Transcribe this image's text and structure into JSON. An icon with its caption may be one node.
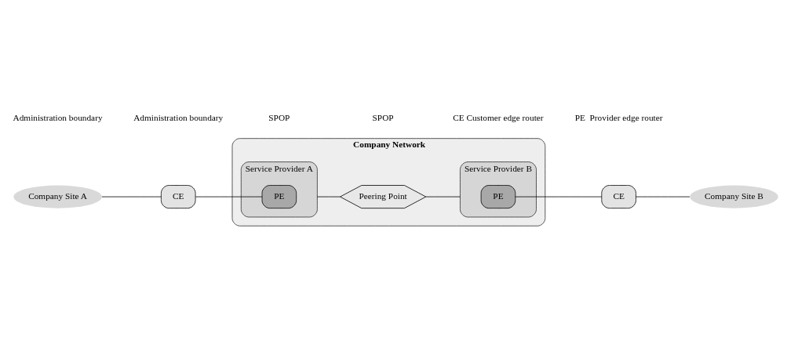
{
  "diagram": {
    "nodes": [
      {
        "text": [
          "Company Network"
        ]
      },
      {
        "text": [
          "Company Site A"
        ]
      },
      {
        "text": [
          "CE"
        ]
      },
      {
        "text": [
          "Service Provider A"
        ],
        "in": 0
      },
      {
        "text": [
          "PE"
        ],
        "in": 3
      },
      {
        "text": [
          "Peering Point"
        ],
        "in": 0
      },
      {
        "text": [
          "Service Provider B"
        ],
        "in": 0
      },
      {
        "text": [
          "PE"
        ],
        "in": 6
      },
      {
        "text": [
          "CE"
        ]
      },
      {
        "text": [
          "Company Site B"
        ]
      }
    ],
    "edges": [
      {
        "from": 1,
        "to": 2,
        "arrow": "none"
      },
      {
        "from": 2,
        "to": 4,
        "arrow": "none"
      },
      {
        "from": 3,
        "to": 5,
        "arrow": "none"
      },
      {
        "from": 5,
        "to": 6,
        "arrow": "none"
      },
      {
        "from": 7,
        "to": 8,
        "arrow": "none"
      },
      {
        "from": 8,
        "to": 9,
        "arrow": "none"
      }
    ],
    "labels": [
      "Administration boundary",
      "Administration boundary",
      "SPOP",
      "SPOP",
      "CE Customer edge router",
      "PE  Provider edge router"
    ]
  }
}
